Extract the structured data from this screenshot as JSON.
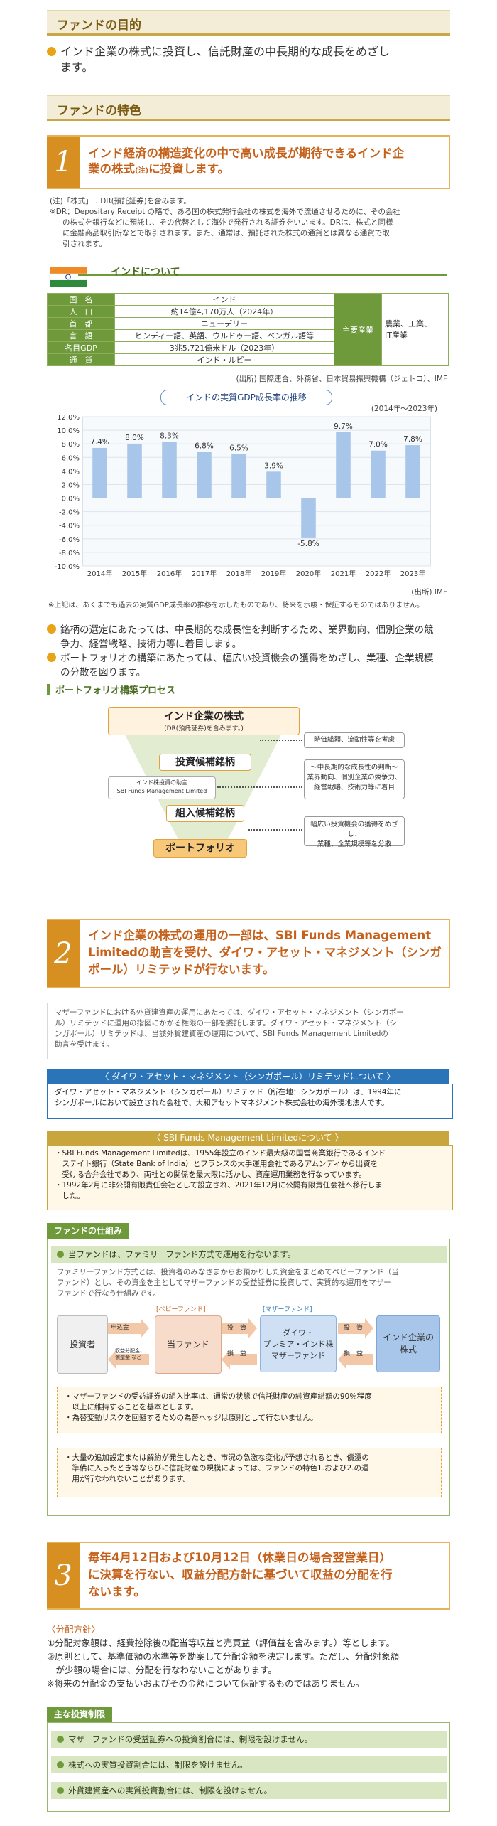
{
  "purpose": {
    "heading": "ファンドの目的",
    "text_line1": "インド企業の株式に投資し、信託財産の中長期的な成長をめざし",
    "text_line2": "ます。"
  },
  "features": {
    "heading": "ファンドの特色",
    "f1": {
      "number": "1",
      "line1": "インド経済の構造変化の中で高い成長が期待できるインド企",
      "line2": "業の株式",
      "note_mark": "(注)",
      "line2b": "に投資します。"
    },
    "notes": {
      "n1": "(注)「株式」…DR(預託証券)を含みます。",
      "n2a": "※DR：Depositary Receipt の略で、ある国の株式発行会社の株式を海外で流通させるために、その会社",
      "n2b": "の株式を銀行などに預託し、その代替として海外で発行される証券をいいます。DRは、株式と同様",
      "n2c": "に金融商品取引所などで取引されます。また、通常は、預託された株式の通貨とは異なる通貨で取",
      "n2d": "引されます。"
    },
    "india": {
      "title": "インドについて",
      "rows": [
        {
          "label": "国　名",
          "value": "インド"
        },
        {
          "label": "人　口",
          "value": "約14億4,170万人（2024年）"
        },
        {
          "label": "首　都",
          "value": "ニューデリー"
        },
        {
          "label": "言　語",
          "value": "ヒンディー語、英語、ウルドゥー語、ベンガル語等"
        },
        {
          "label": "名目GDP",
          "value": "3兆5,721億米ドル（2023年）"
        },
        {
          "label": "通　貨",
          "value": "インド・ルピー"
        }
      ],
      "industry_label": "主要産業",
      "industry_line1": "農業、工業、",
      "industry_line2": "IT産業",
      "source": "(出所) 国際連合、外務省、日本貿易振興機構（ジェトロ）、IMF"
    }
  },
  "chart_data": {
    "type": "bar",
    "title": "インドの実質GDP成長率の推移",
    "subtitle": "(2014年〜2023年)",
    "categories": [
      "2014年",
      "2015年",
      "2016年",
      "2017年",
      "2018年",
      "2019年",
      "2020年",
      "2021年",
      "2022年",
      "2023年"
    ],
    "values": [
      7.4,
      8.0,
      8.3,
      6.8,
      6.5,
      3.9,
      -5.8,
      9.7,
      7.0,
      7.8
    ],
    "data_labels": [
      "7.4%",
      "8.0%",
      "8.3%",
      "6.8%",
      "6.5%",
      "3.9%",
      "-5.8%",
      "9.7%",
      "7.0%",
      "7.8%"
    ],
    "yticks": [
      "12.0%",
      "10.0%",
      "8.0%",
      "6.0%",
      "4.0%",
      "2.0%",
      "0.0%",
      "-2.0%",
      "-4.0%",
      "-6.0%",
      "-8.0%",
      "-10.0%"
    ],
    "ylim": [
      -10,
      12
    ],
    "source": "(出所) IMF",
    "note": "※上記は、あくまでも過去の実質GDP成長率の推移を示したものであり、将来を示唆・保証するものではありません。",
    "bar_color": "#a8c6ea"
  },
  "selection": {
    "b1a": "銘柄の選定にあたっては、中長期的な成長性を判断するため、業界動向、個別企業の競",
    "b1b": "争力、経営戦略、技術力等に着目します。",
    "b2a": "ポートフォリオの構築にあたっては、幅広い投資機会の獲得をめざし、業種、企業規模",
    "b2b": "の分散を図ります。"
  },
  "process": {
    "heading": "ポートフォリオ構築プロセス",
    "top_title": "インド企業の株式",
    "top_sub": "(DR(預託証券)を含みます。)",
    "step1": "投資候補銘柄",
    "step2": "組入候補銘柄",
    "step3": "ポートフォリオ",
    "advisor_line1": "インド株投資の助言",
    "advisor_line2": "SBI Funds Management Limited",
    "note1": "時価総額、流動性等を考慮",
    "note2_title": "〜中長期的な成長性の判断〜",
    "note2_l1": "業界動向、個別企業の競争力、",
    "note2_l2": "経営戦略、技術力等に着目",
    "note3_l1": "幅広い投資機会の獲得をめざし、",
    "note3_l2": "業種、企業規模等を分散"
  },
  "f2": {
    "number": "2",
    "line1": "インド企業の株式の運用の一部は、SBI Funds Management",
    "line2": "Limitedの助言を受け、ダイワ・アセット・マネジメント（シンガ",
    "line3": "ポール）リミテッドが行ないます。",
    "desc1": "マザーファンドにおける外貨建資産の運用にあたっては、ダイワ・アセット・マネジメント（シンガポー",
    "desc2": "ル）リミテッドに運用の指図にかかる権限の一部を委託します。ダイワ・アセット・マネジメント（シ",
    "desc3": "ンガポール）リミテッドは、当該外貨建資産の運用について、SBI Funds Management Limitedの",
    "desc4": "助言を受けます。",
    "daiwa_head": "〈 ダイワ・アセット・マネジメント（シンガポール）リミテッドについて 〉",
    "daiwa1": "ダイワ・アセット・マネジメント（シンガポール）リミテッド（所在地：シンガポール）は、1994年に",
    "daiwa2": "シンガポールにおいて設立された会社で、大和アセットマネジメント株式会社の海外現地法人です。",
    "sbi_head": "〈 SBI Funds Management Limitedについて 〉",
    "sbi1": "・SBI Funds Management Limitedは、1955年設立のインド最大級の国営商業銀行であるインド",
    "sbi2": "　ステイト銀行（State Bank of India）とフランスの大手運用会社であるアムンディから出資を",
    "sbi3": "　受ける合弁会社であり、両社との関係を最大限に活かし、資産運用業務を行なっています。",
    "sbi4": "・1992年2月に非公開有限責任会社として設立され、2021年12月に公開有限責任会社へ移行しま",
    "sbi5": "　した。"
  },
  "scheme": {
    "tag": "ファンドの仕組み",
    "bar": "当ファンドは、ファミリーファンド方式で運用を行ないます。",
    "d1": "ファミリーファンド方式とは、投資者のみなさまからお預かりした資金をまとめてベビーファンド（当",
    "d2": "ファンド）とし、その資金を主としてマザーファンドの受益証券に投資して、実質的な運用をマザー",
    "d3": "ファンドで行なう仕組みです。",
    "investor": "投資者",
    "apply": "申込金",
    "dist1": "収益分配金、",
    "dist2": "償還金 など",
    "baby_label": "[ベビーファンド]",
    "baby": "当ファンド",
    "invest": "投　資",
    "profit": "損　益",
    "mother_label": "[マザーファンド]",
    "mother1": "ダイワ・",
    "mother2": "プレミア・インド株",
    "mother3": "マザーファンド",
    "invest2": "投　資",
    "profit2": "損　益",
    "target1": "インド企業の",
    "target2": "株式",
    "m1": "・マザーファンドの受益証券の組入比率は、通常の状態で信託財産の純資産総額の90％程度",
    "m2": "　以上に維持することを基本とします。",
    "m3": "・為替変動リスクを回避するための為替ヘッジは原則として行ないません。",
    "r1": "・大量の追加設定または解約が発生したとき、市況の急激な変化が予想されるとき、償還の",
    "r2": "　準備に入ったとき等ならびに信託財産の規模によっては、ファンドの特色1.および2.の運",
    "r3": "　用が行なわれないことがあります。"
  },
  "f3": {
    "number": "3",
    "line1": "毎年4月12日および10月12日（休業日の場合翌営業日）",
    "line2": "に決算を行ない、収益分配方針に基づいて収益の分配を行",
    "line3": "ないます。",
    "policy_title": "〈分配方針〉",
    "p1": "①分配対象額は、経費控除後の配当等収益と売買益（評価益を含みます。）等とします。",
    "p2a": "②原則として、基準価額の水準等を勘案して分配金額を決定します。ただし、分配対象額",
    "p2b": "　が少額の場合には、分配を行なわないことがあります。",
    "p3": "※将来の分配金の支払いおよびその金額について保証するものではありません。"
  },
  "limits": {
    "tag": "主な投資制限",
    "l1": "マザーファンドの受益証券への投資割合には、制限を設けません。",
    "l2": "株式への実質投資割合には、制限を設けません。",
    "l3": "外貨建資産への実質投資割合には、制限を設けません。"
  }
}
